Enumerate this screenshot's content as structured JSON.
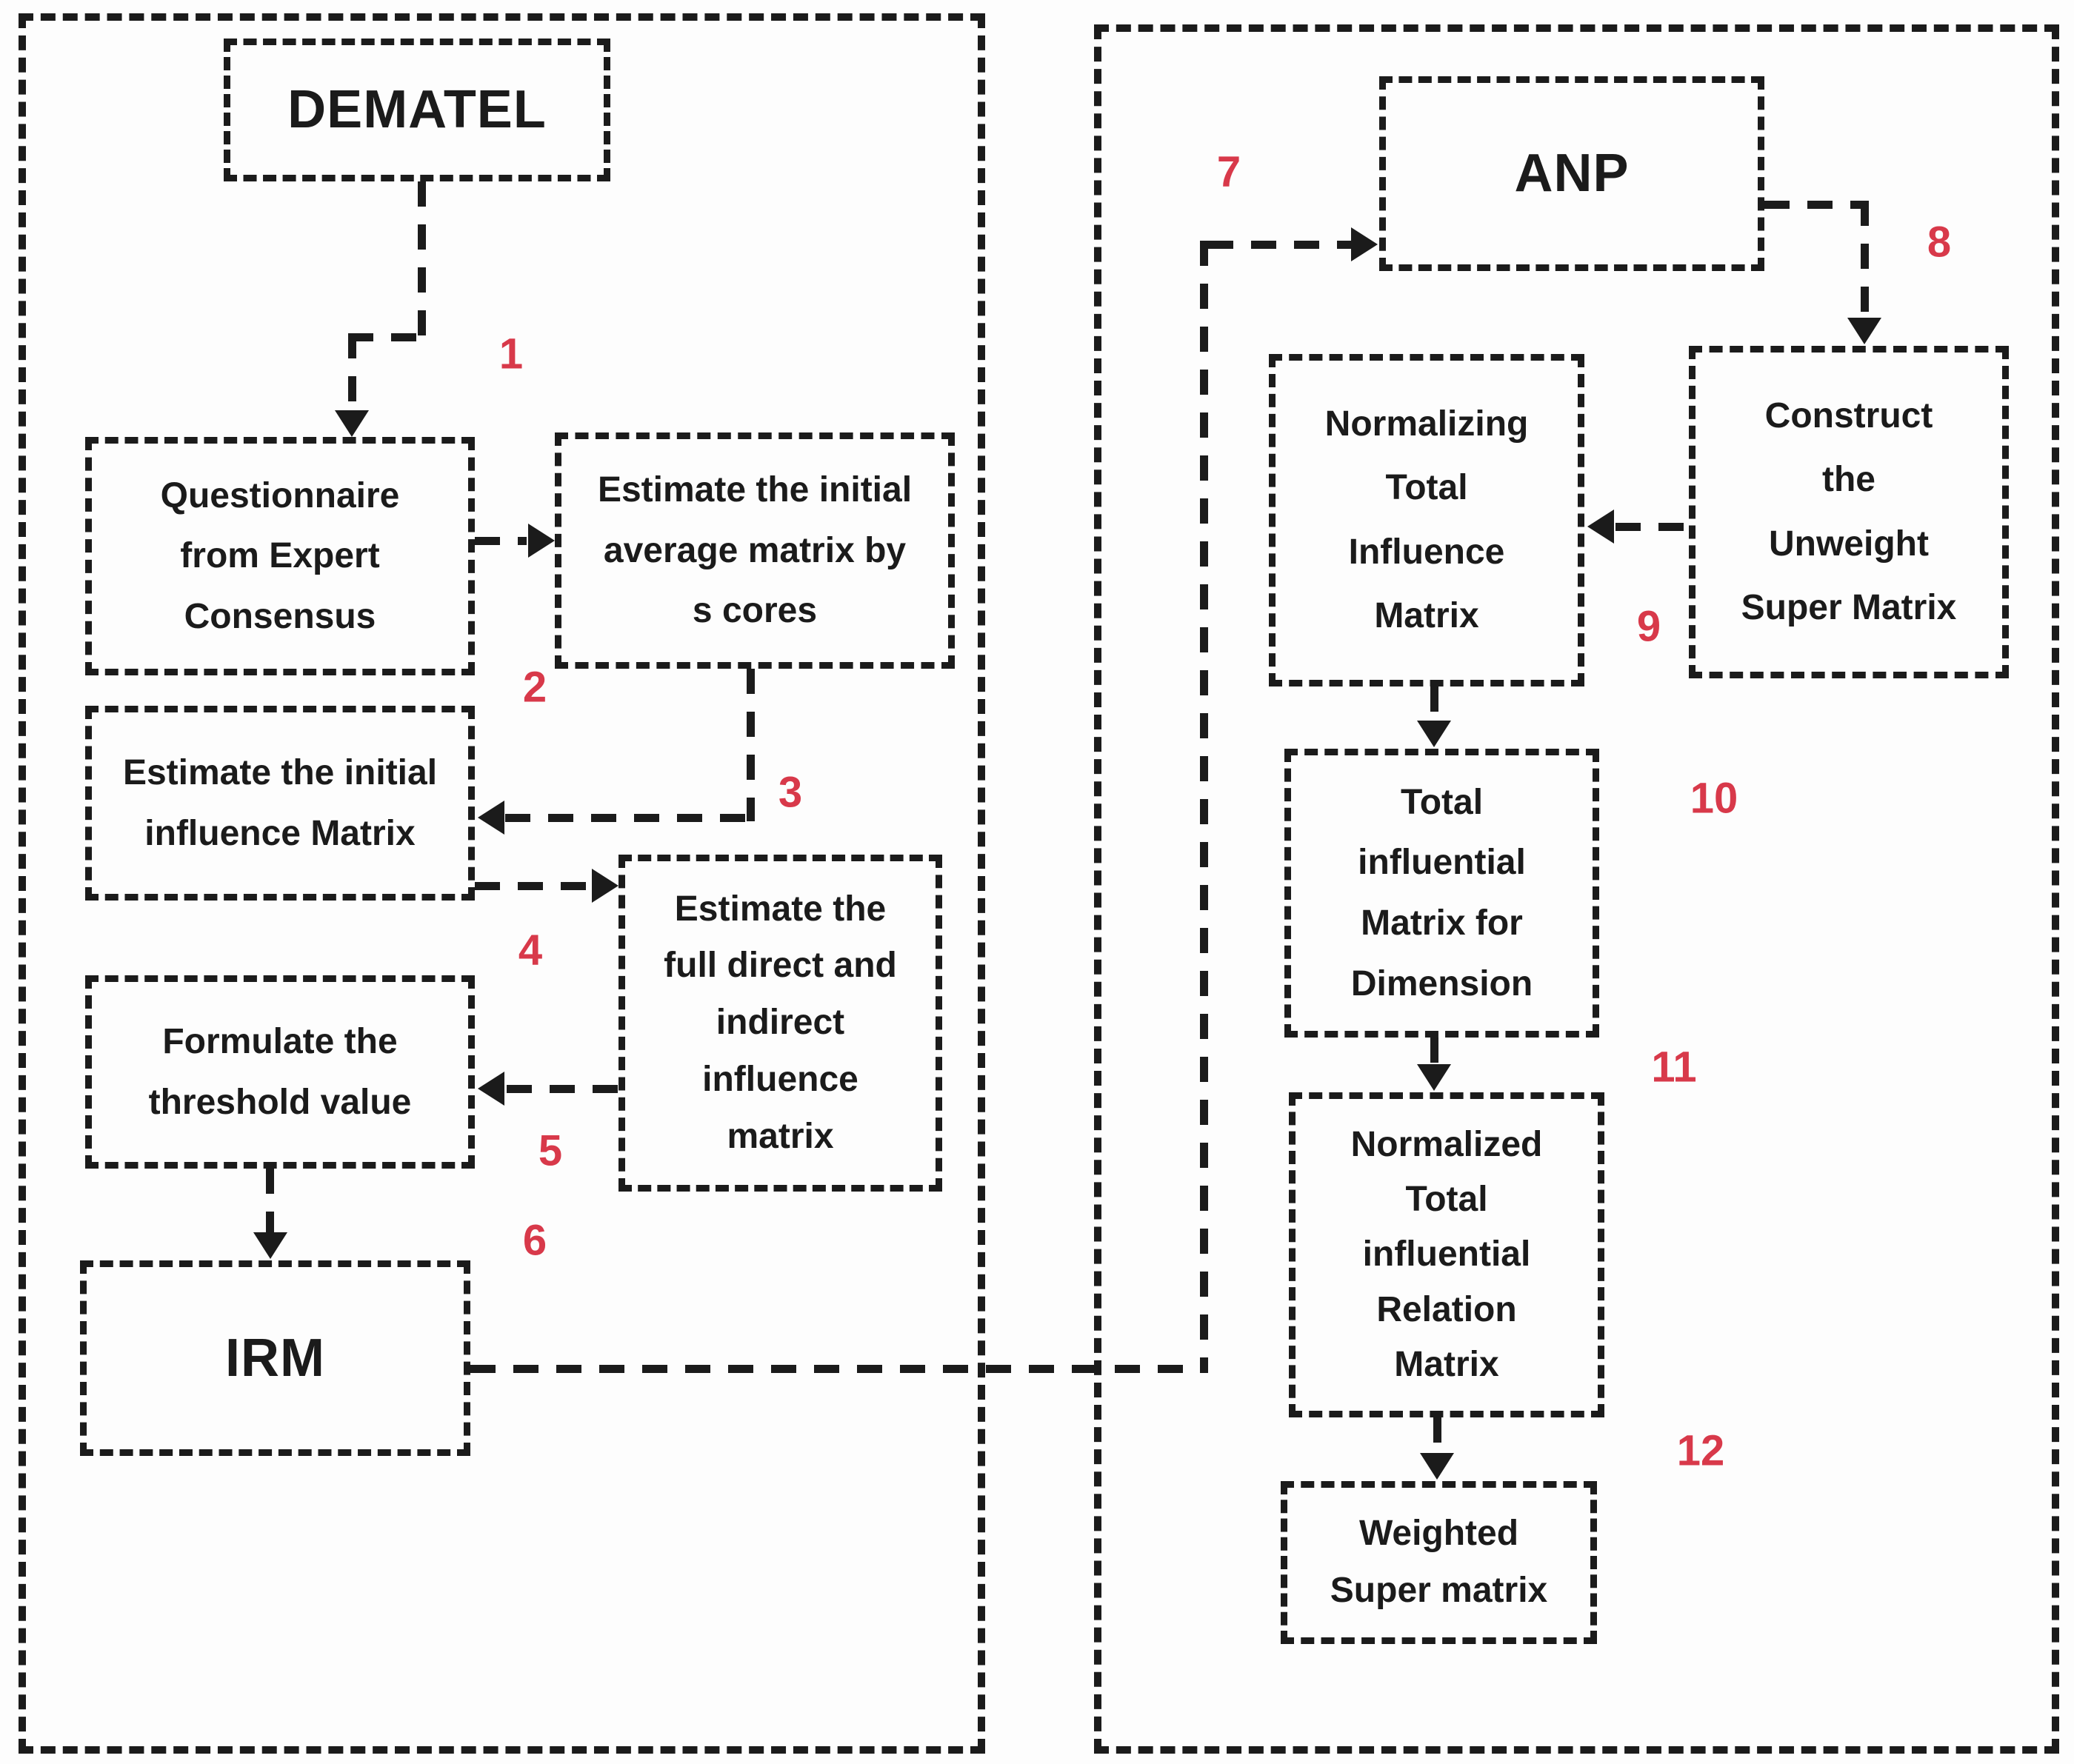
{
  "diagram": {
    "colors": {
      "line": "#1b1b1b",
      "step_number": "#d8394a",
      "background": "#fdfdfd"
    },
    "left_panel": {
      "nodes": {
        "dematel": "DEMATEL",
        "questionnaire": "Questionnaire\nfrom Expert\nConsensus",
        "average_matrix": "Estimate the initial\naverage matrix by\ns cores",
        "influence_matrix": "Estimate the initial\ninfluence Matrix",
        "full_influence_matrix": "Estimate the\nfull direct and\nindirect\ninfluence\nmatrix",
        "threshold": "Formulate the\nthreshold value",
        "irm": "IRM"
      }
    },
    "right_panel": {
      "nodes": {
        "anp": "ANP",
        "unweight_supermatrix": "Construct\nthe\nUnweight\nSuper Matrix",
        "normalizing_matrix": "Normalizing\nTotal\nInfluence\nMatrix",
        "dimension_matrix": "Total\ninfluential\nMatrix for\nDimension",
        "normalized_relation_matrix": "Normalized\nTotal\ninfluential\nRelation\nMatrix",
        "weighted_supermatrix": "Weighted\nSuper matrix"
      }
    },
    "steps": [
      "1",
      "2",
      "3",
      "4",
      "5",
      "6",
      "7",
      "8",
      "9",
      "10",
      "11",
      "12"
    ]
  }
}
